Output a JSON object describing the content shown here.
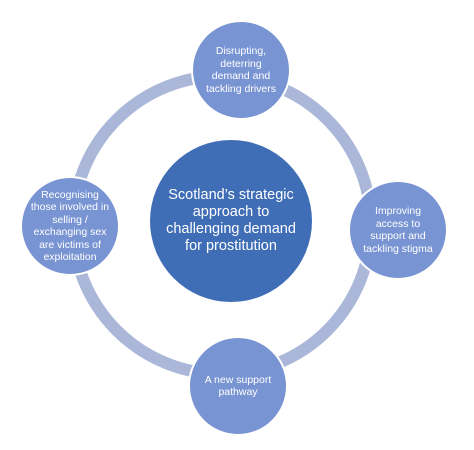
{
  "center": {
    "text": "Scotland’s strategic approach to challenging demand for prostitution"
  },
  "nodes": {
    "top": "Disrupting, deterring demand and tackling drivers",
    "right": "Improving access to support and tackling stigma",
    "bottom": "A new support pathway",
    "left": "Recognising those involved in selling / exchanging sex are victims of exploitation"
  },
  "colors": {
    "center_fill": "#3f6db6",
    "node_fill": "#7894d2",
    "ring": "#aab7d8",
    "text": "#ffffff"
  }
}
